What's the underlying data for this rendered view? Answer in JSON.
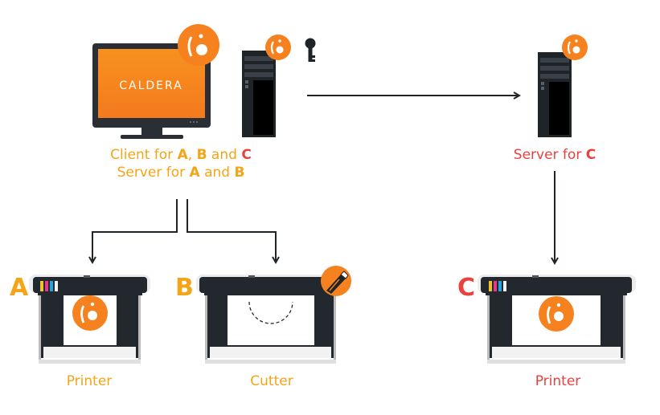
{
  "monitor": {
    "brand": "CALDERA"
  },
  "client_label": {
    "line1_prefix": "Client for ",
    "a": "A",
    "comma": ",",
    "b": "B",
    "and": " and ",
    "c": "C"
  },
  "server_ab_label": {
    "prefix": "Server for ",
    "a": "A",
    "and": " and ",
    "b": "B"
  },
  "server_c_label": {
    "prefix": "Server for ",
    "c": "C"
  },
  "devices": [
    {
      "letter": "A",
      "caption": "Printer"
    },
    {
      "letter": "B",
      "caption": "Cutter"
    },
    {
      "letter": "C",
      "caption": "Printer"
    }
  ],
  "colors": {
    "orange": "#f4a417",
    "red": "#e8423f",
    "brand_orange": "#f6821f",
    "dark": "#1f2429",
    "arrow": "#1f2429"
  }
}
